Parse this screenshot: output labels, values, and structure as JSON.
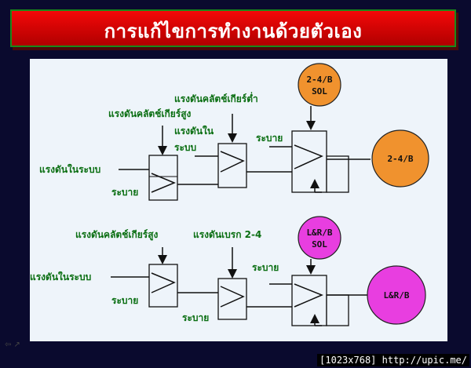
{
  "slide": {
    "title": "การแก้ไขการทำงานด้วยตัวเอง"
  },
  "diagram": {
    "top": {
      "label_line_pressure": "แรงดันในระบบ",
      "label_high_clutch": "แรงดันคลัตช์เกียร์สูง",
      "label_low_clutch": "แรงดันคลัตช์เกียร์ต่ำ",
      "label_internal": "แรงดันใน",
      "label_internal_2": "ระบบ",
      "label_drain_1": "ระบาย",
      "label_drain_2": "ระบาย",
      "solenoid": "2-4/B",
      "solenoid_sub": "SOL",
      "output": "2-4/B"
    },
    "bottom": {
      "label_line_pressure": "แรงดันในระบบ",
      "label_high_clutch": "แรงดันคลัตช์เกียร์สูง",
      "label_brake": "แรงดันเบรก 2-4",
      "label_drain_1": "ระบาย",
      "label_drain_2": "ระบาย",
      "label_drain_3": "ระบาย",
      "solenoid": "L&R/B",
      "solenoid_sub": "SOL",
      "output": "L&R/B"
    }
  },
  "colors": {
    "title_bg": "#e00000",
    "title_border": "#1a8a1a",
    "top_circle": "#f0922e",
    "bottom_circle": "#e83ee0",
    "label_green": "#0a6e12"
  },
  "footer": {
    "watermark": "[1023x768] http://upic.me/"
  }
}
